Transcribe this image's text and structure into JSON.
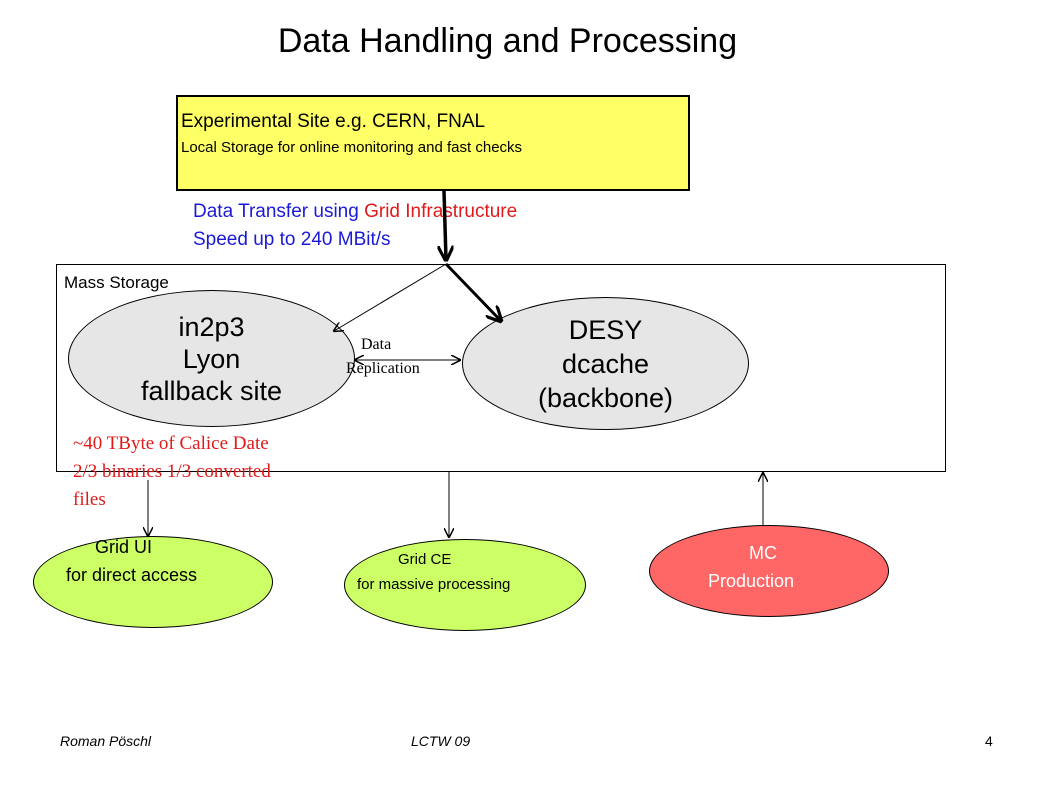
{
  "slide": {
    "title": "Data Handling and Processing"
  },
  "experimental_site": {
    "line1": "Experimental Site e.g. CERN, FNAL",
    "line2": "Local Storage for online monitoring and fast checks"
  },
  "transfer": {
    "line1_prefix": "Data Transfer using ",
    "line1_highlight": "Grid Infrastructure",
    "line2": "Speed up to 240 MBit/s"
  },
  "mass_storage": {
    "label": "Mass Storage",
    "lyon": {
      "line1": "in2p3",
      "line2": "Lyon",
      "line3": "fallback site"
    },
    "desy": {
      "line1": "DESY",
      "line2": "dcache",
      "line3": "(backbone)"
    },
    "replication": {
      "line1": "Data",
      "line2": "Replication"
    }
  },
  "storage_note": {
    "line1": "~40 TByte of Calice Date",
    "line2": "2/3 binaries 1/3 converted",
    "line3": "files"
  },
  "access": {
    "grid_ui": {
      "line1": "Grid UI",
      "line2": "for direct access"
    },
    "grid_ce": {
      "line1": "Grid CE",
      "line2": "for massive processing"
    },
    "mc": {
      "line1": "MC",
      "line2": "Production"
    }
  },
  "footer": {
    "author": "Roman Pöschl",
    "conference": "LCTW 09",
    "page": "4"
  },
  "colors": {
    "experimental_box": "#ffff66",
    "transfer_text": "#1a1ad6",
    "highlight_red": "#e01a1a",
    "storage_ellipse": "#e6e6e6",
    "grid_ellipse": "#ccff66",
    "mc_ellipse": "#ff6666"
  }
}
